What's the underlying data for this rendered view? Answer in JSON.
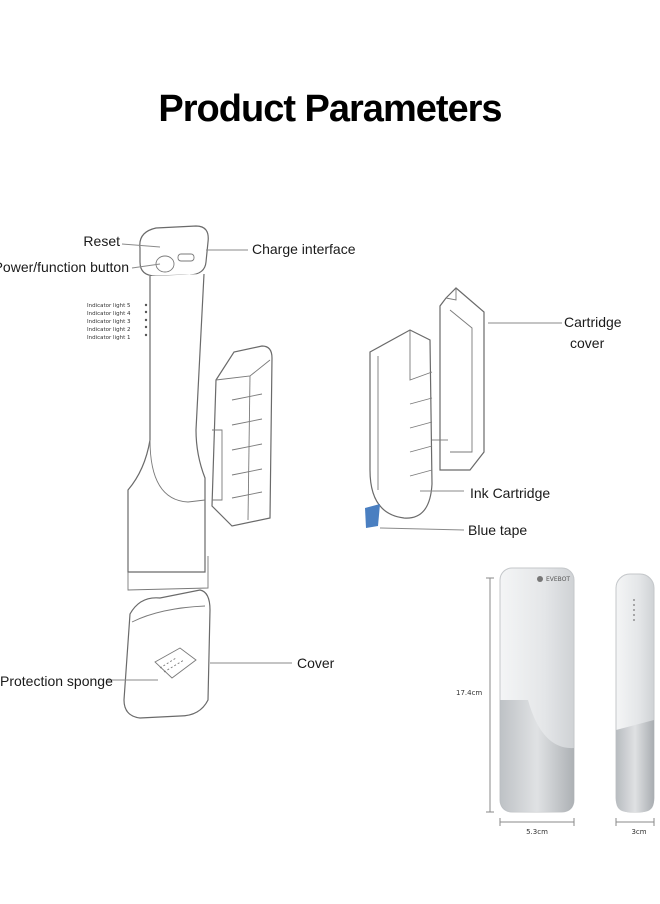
{
  "title": "Product Parameters",
  "labels": {
    "reset": "Reset",
    "power": "Power/function button",
    "charge": "Charge interface",
    "cartridge_cover": "Cartridge cover",
    "ink_cartridge": "Ink Cartridge",
    "blue_tape": "Blue tape",
    "protection_sponge": "Protection sponge",
    "cover": "Cover"
  },
  "indicator_lights": [
    "Indicator light 5",
    "Indicator light 4",
    "Indicator light 3",
    "Indicator light 2",
    "Indicator light 1"
  ],
  "dimensions": {
    "height": "17.4cm",
    "width": "5.3cm",
    "depth": "3cm",
    "brand": "EVEBOT"
  },
  "colors": {
    "blue_tape": "#4a7fc1",
    "line": "#8a8a8a",
    "device_body": "#e6e8ea",
    "device_metal": "#c9ccd0"
  }
}
